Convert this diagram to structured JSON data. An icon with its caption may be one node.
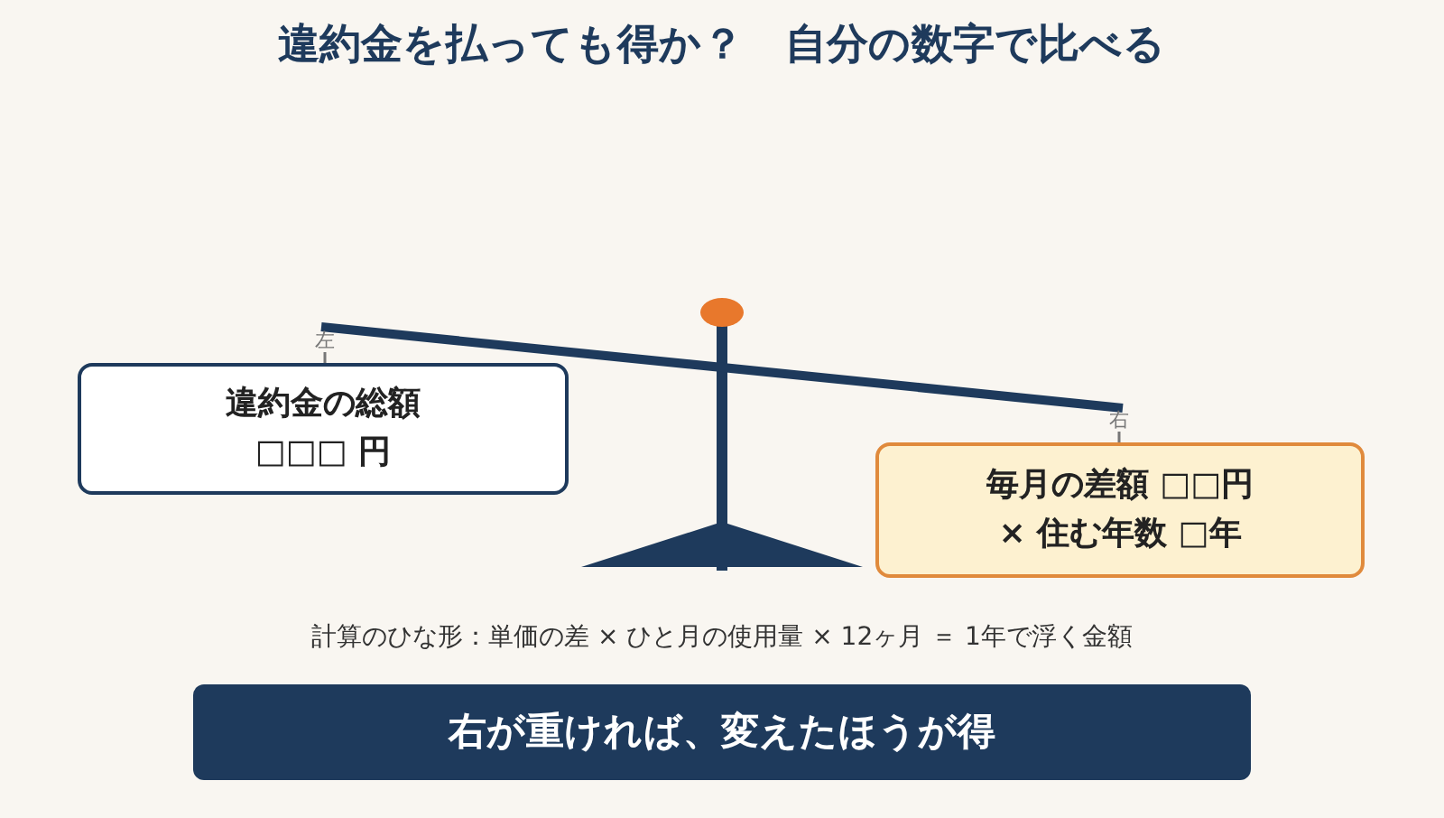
{
  "diagram": {
    "title": "違約金を払っても得か？　自分の数字で比べる",
    "nodes": [
      {
        "text": [
          "違約金の総額",
          "□□□ 円"
        ]
      },
      {
        "text": [
          "毎月の差額 □□円",
          "× 住む年数 □年"
        ]
      },
      {
        "text": [
          "右が重ければ、変えたほうが得"
        ]
      },
      {
        "text": [
          "左"
        ]
      },
      {
        "text": [
          "右"
        ]
      }
    ],
    "edges": [
      {
        "from": 3,
        "to": 0,
        "arrow": "none"
      },
      {
        "from": 4,
        "to": 1,
        "arrow": "none"
      }
    ],
    "labels": [
      "計算のひな形：単価の差 × ひと月の使用量 × 12ヶ月 ＝ 1年で浮く金額"
    ]
  }
}
